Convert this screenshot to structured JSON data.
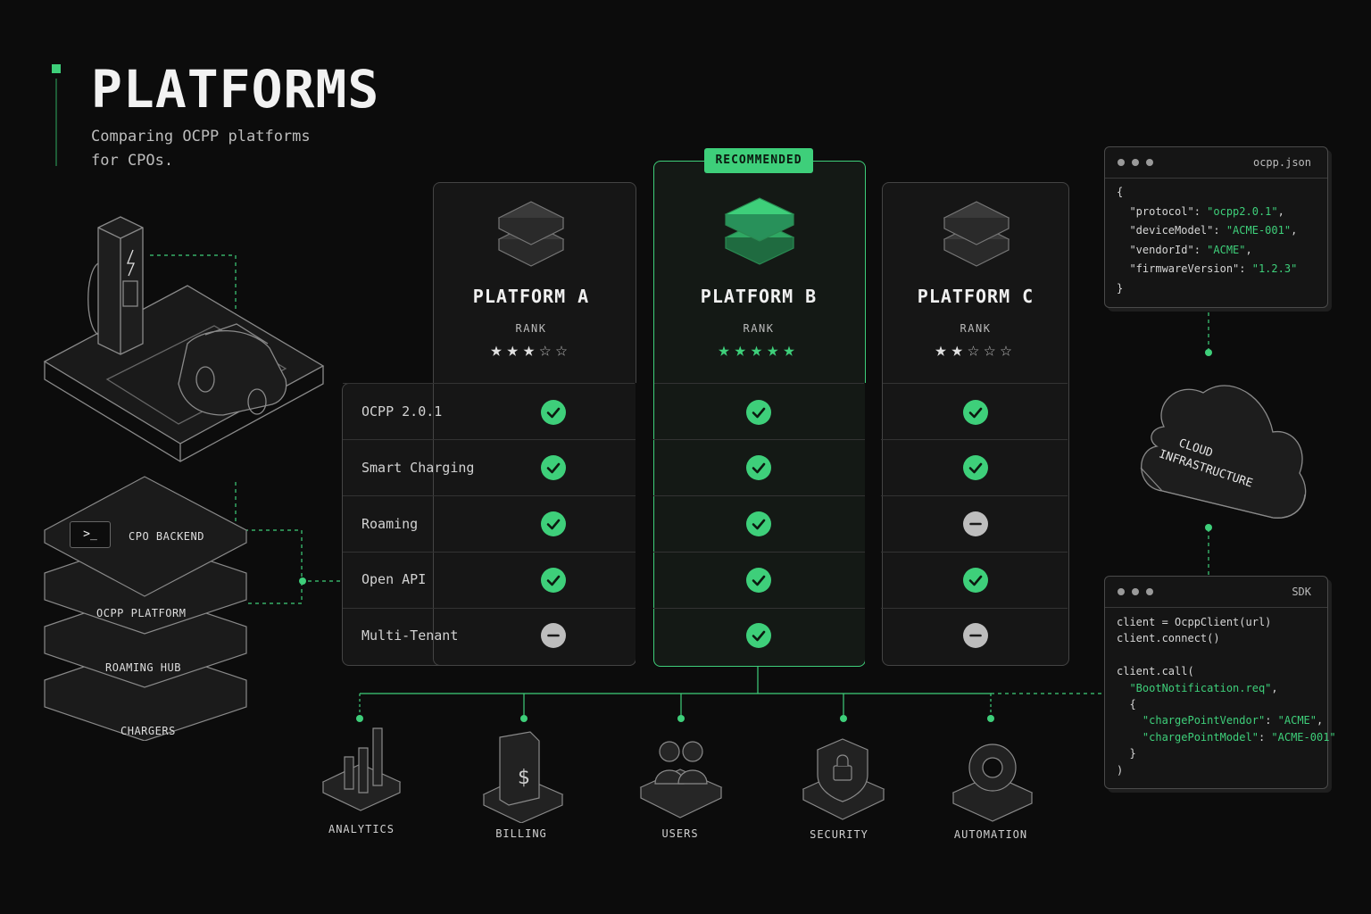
{
  "header": {
    "title": "PLATFORMS",
    "subtitle": "Comparing OCPP platforms\nfor CPOs."
  },
  "colors": {
    "accent": "#3ecf7a",
    "background": "#0c0c0c",
    "card": "#161616",
    "muted": "#bdbdbd"
  },
  "comparison": {
    "badge": "RECOMMENDED",
    "rank_label": "RANK",
    "features": [
      "OCPP 2.0.1",
      "Smart Charging",
      "Roaming",
      "Open API",
      "Multi-Tenant"
    ],
    "platforms": [
      {
        "name": "PLATFORM A",
        "stars": 3,
        "max_stars": 5,
        "recommended": false,
        "support": [
          "yes",
          "yes",
          "yes",
          "yes",
          "no"
        ]
      },
      {
        "name": "PLATFORM B",
        "stars": 5,
        "max_stars": 5,
        "recommended": true,
        "support": [
          "yes",
          "yes",
          "yes",
          "yes",
          "yes"
        ]
      },
      {
        "name": "PLATFORM C",
        "stars": 2,
        "max_stars": 5,
        "recommended": false,
        "support": [
          "yes",
          "yes",
          "no",
          "yes",
          "no"
        ]
      }
    ]
  },
  "stack": {
    "terminal_prompt": ">_",
    "layers": [
      "CPO BACKEND",
      "OCPP PLATFORM",
      "ROAMING HUB",
      "CHARGERS"
    ]
  },
  "modules": [
    {
      "label": "ANALYTICS",
      "icon": "bar-chart-icon"
    },
    {
      "label": "BILLING",
      "icon": "invoice-dollar-icon"
    },
    {
      "label": "USERS",
      "icon": "users-icon"
    },
    {
      "label": "SECURITY",
      "icon": "shield-lock-icon"
    },
    {
      "label": "AUTOMATION",
      "icon": "gear-icon"
    }
  ],
  "cloud": {
    "line1": "CLOUD",
    "line2": "INFRASTRUCTURE"
  },
  "json_panel": {
    "filename": "ocpp.json",
    "open": "{",
    "close": "}",
    "entries": [
      {
        "key": "\"protocol\"",
        "value": "\"ocpp2.0.1\""
      },
      {
        "key": "\"deviceModel\"",
        "value": "\"ACME-001\""
      },
      {
        "key": "\"vendorId\"",
        "value": "\"ACME\""
      },
      {
        "key": "\"firmwareVersion\"",
        "value": "\"1.2.3\""
      }
    ]
  },
  "sdk_panel": {
    "filename": "SDK",
    "line1": "client = OcppClient(url)",
    "line2": "client.connect()",
    "line3": "client.call(",
    "line4": "\"BootNotification.req\"",
    "line5": "{",
    "vendor_key": "\"chargePointVendor\"",
    "vendor_value": "\"ACME\"",
    "model_key": "\"chargePointModel\"",
    "model_value": "\"ACME-001\"",
    "line8": "}",
    "line9": ")"
  }
}
